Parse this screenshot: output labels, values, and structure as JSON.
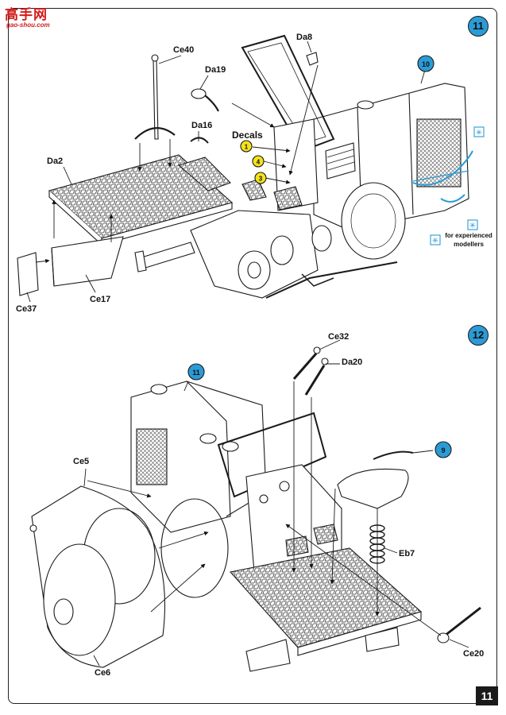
{
  "watermark": {
    "main": "高手网",
    "sub": "gao-shou.com"
  },
  "page_number": "11",
  "steps": [
    {
      "number": "11",
      "parts": {
        "ce40": "Ce40",
        "da8": "Da8",
        "da19": "Da19",
        "da16": "Da16",
        "decals": "Decals",
        "da2": "Da2",
        "ce37": "Ce37",
        "ce17": "Ce17"
      },
      "decal_refs": [
        "1",
        "4",
        "3"
      ],
      "subassembly_ref": "10",
      "note": {
        "line1": "for experienced",
        "line2": "modellers"
      }
    },
    {
      "number": "12",
      "parts": {
        "ce32": "Ce32",
        "da20": "Da20",
        "ce5": "Ce5",
        "ce6": "Ce6",
        "eb7": "Eb7",
        "ce20": "Ce20"
      },
      "subassembly_refs": [
        "11",
        "9"
      ]
    }
  ],
  "colors": {
    "accent_blue": "#2b9bd6",
    "decal_yellow": "#f4e21a",
    "watermark_red": "#d21a1a",
    "line": "#1a1a1a"
  }
}
